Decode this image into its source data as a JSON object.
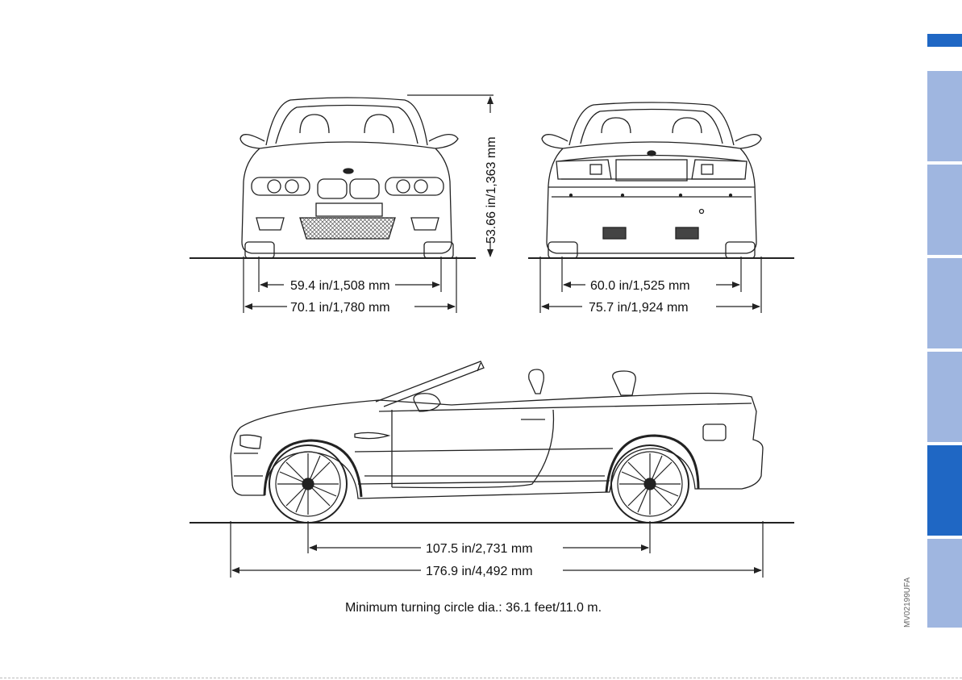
{
  "dimensions": {
    "height": "53.66 in/1,363 mm",
    "front_track": "59.4 in/1,508 mm",
    "front_width": "70.1 in/1,780 mm",
    "rear_track": "60.0 in/1,525 mm",
    "rear_width": "75.7 in/1,924 mm",
    "wheelbase": "107.5 in/2,731 mm",
    "length": "176.9 in/4,492 mm"
  },
  "caption": "Minimum turning circle dia.: 36.1 feet/11.0 m.",
  "side_code": "MV02199UFA",
  "colors": {
    "tab_light": "#9fb6e0",
    "tab_active": "#1f67c4",
    "marker": "#1f67c4",
    "line": "#222222"
  },
  "tabs": [
    {
      "active": false
    },
    {
      "active": false
    },
    {
      "active": false
    },
    {
      "active": false
    },
    {
      "active": true
    },
    {
      "active": false
    }
  ]
}
